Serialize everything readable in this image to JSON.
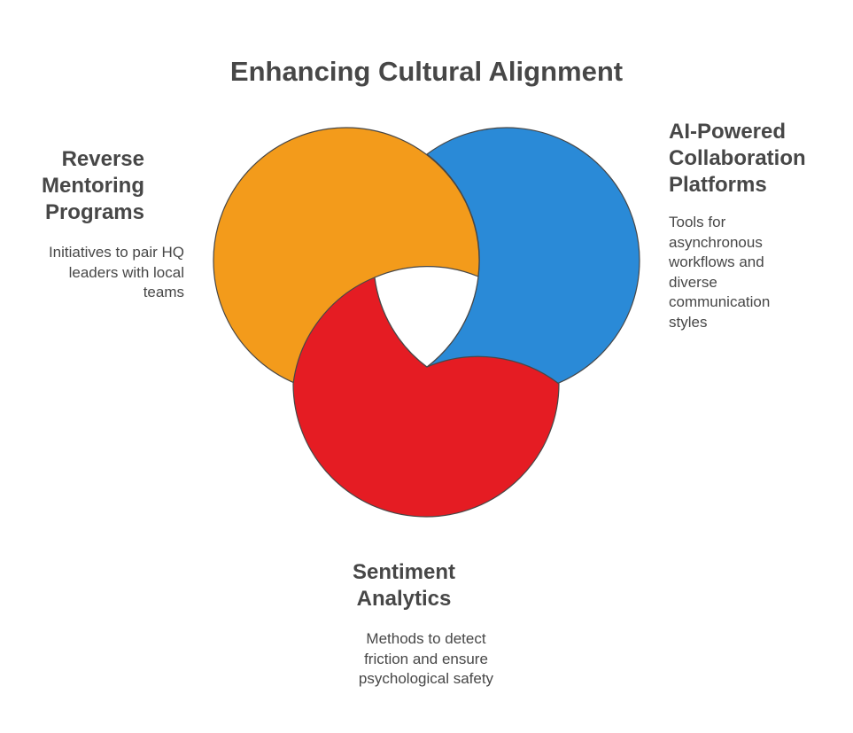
{
  "title": "Enhancing Cultural Alignment",
  "colors": {
    "orange": "#F39B1B",
    "blue": "#2A8AD7",
    "red": "#E51C23",
    "stroke": "#474747",
    "text": "#474747"
  },
  "sets": [
    {
      "id": "reverse",
      "heading": "Reverse\nMentoring\nPrograms",
      "description": "Initiatives to pair HQ\nleaders with local\nteams"
    },
    {
      "id": "ai",
      "heading": "AI-Powered\nCollaboration\nPlatforms",
      "description": "Tools for\nasynchronous\nworkflows and\ndiverse\ncommunication\nstyles"
    },
    {
      "id": "sentiment",
      "heading": "Sentiment\nAnalytics",
      "description": "Methods to detect\nfriction and ensure\npsychological safety"
    }
  ]
}
